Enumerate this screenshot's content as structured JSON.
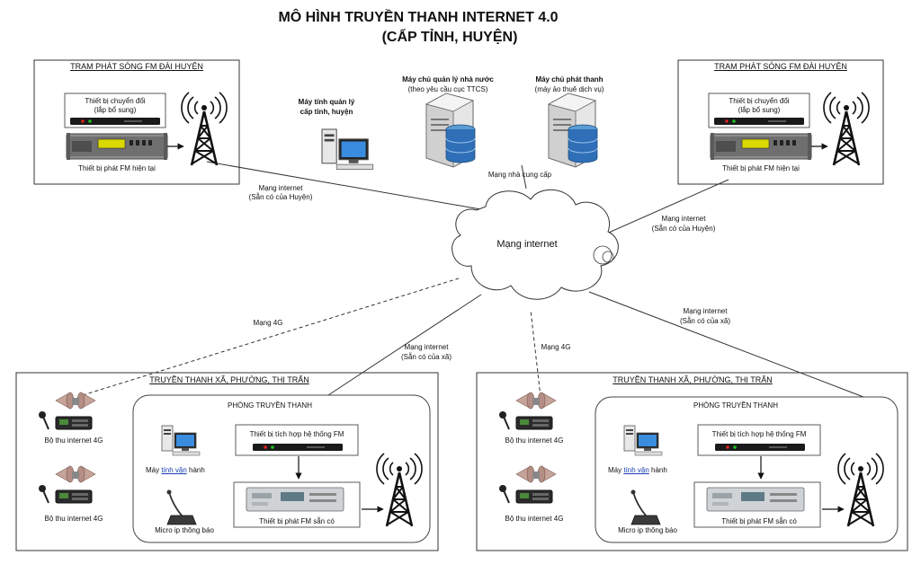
{
  "title": {
    "line1": "MÔ HÌNH TRUYỀN THANH INTERNET 4.0",
    "line2": "(CẤP TỈNH, HUYỆN)"
  },
  "station_left": {
    "heading": "TRẠM PHÁT SÓNG FM ĐÀI HUYỆN",
    "converter_line1": "Thiết bị chuyển đổi",
    "converter_line2": "(lắp bổ sung)",
    "transmitter_label": "Thiết bị phát FM hiện tại"
  },
  "station_right": {
    "heading": "TRẠM PHÁT SÓNG FM ĐÀI HUYỆN",
    "converter_line1": "Thiết bị chuyển đổi",
    "converter_line2": "(lắp bổ sung)",
    "transmitter_label": "Thiết bị phát FM hiện tại"
  },
  "admin_pc": {
    "line1": "Máy tính quản lý",
    "line2": "cấp tỉnh, huyện"
  },
  "server_state": {
    "line1": "Máy chủ quản lý nhà nước",
    "line2": "(theo yêu cầu cục TTCS)"
  },
  "server_broadcast": {
    "line1": "Máy chủ phát thanh",
    "line2": "(máy ảo thuê dịch vụ)"
  },
  "provider_network": "Mạng nhà cung cấp",
  "cloud_label": "Mạng internet",
  "links": {
    "left_station_line1": "Mạng internet",
    "left_station_line2": "(Sẵn có của Huyện)",
    "right_station_line1": "Mạng internet",
    "right_station_line2": "(Sẵn có của Huyện)",
    "left_4g": "Mạng 4G",
    "left_commune_line1": "Mạng internet",
    "left_commune_line2": "(Sẵn có của xã)",
    "right_4g": "Mạng 4G",
    "right_commune_line1": "Mạng internet",
    "right_commune_line2": "(Sẵn có của xã)"
  },
  "commune_left": {
    "heading": "TRUYỀN THANH XÃ, PHƯỜNG, THỊ TRẤN",
    "receiver1": "Bộ thu internet 4G",
    "receiver2": "Bộ thu internet 4G",
    "room_heading": "PHÒNG TRUYỀN THANH",
    "pc_prefix": "Máy ",
    "pc_link": "tính  vận",
    "pc_suffix": " hành",
    "mic_label": "Micro ip thông báo",
    "integrator_label": "Thiết bị tích hợp hệ thống FM",
    "fm_label": "Thiết bị phát FM sẵn có"
  },
  "commune_right": {
    "heading": "TRUYỀN THANH XÃ, PHƯỜNG, THỊ TRẤN",
    "receiver1": "Bộ thu internet 4G",
    "receiver2": "Bộ thu internet 4G",
    "room_heading": "PHÒNG TRUYỀN THANH",
    "pc_prefix": "Máy ",
    "pc_link": "tính  vận",
    "pc_suffix": " hành",
    "mic_label": "Micro ip thông báo",
    "integrator_label": "Thiết bị tích hợp hệ thống FM",
    "fm_label": "Thiết bị phát FM sẵn có"
  },
  "colors": {
    "line": "#333333",
    "server_blue": "#2e6fb7",
    "lcd": "#d9d800",
    "horn": "#c7a49a"
  },
  "icons": [
    "antenna-tower-icon",
    "server-icon",
    "database-icon",
    "desktop-computer-icon",
    "loudspeaker-icon",
    "microphone-icon",
    "receiver-box-icon",
    "rack-unit-icon"
  ]
}
